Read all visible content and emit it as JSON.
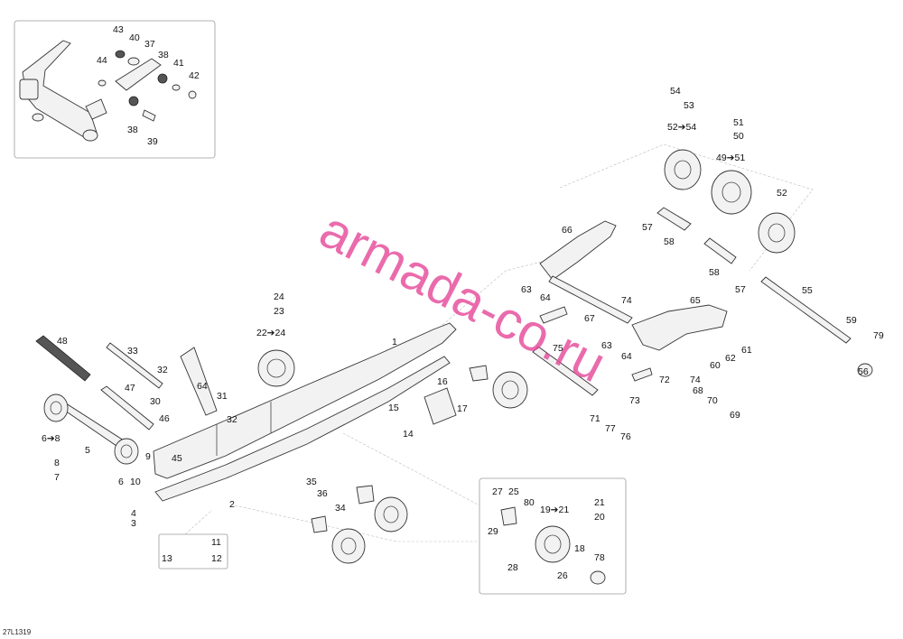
{
  "watermark": "armada-co.ru",
  "figure_code": "27L1319",
  "callouts": {
    "c1": "1",
    "c2": "2",
    "c3": "3",
    "c4": "4",
    "c5": "5",
    "c6": "6",
    "c6to8": "6➔8",
    "c7": "7",
    "c8": "8",
    "c9": "9",
    "c10": "10",
    "c11": "11",
    "c12": "12",
    "c13": "13",
    "c14": "14",
    "c15": "15",
    "c16": "16",
    "c17": "17",
    "c18": "18",
    "c19to21": "19➔21",
    "c20": "20",
    "c21": "21",
    "c22to24": "22➔24",
    "c23": "23",
    "c24": "24",
    "c25": "25",
    "c26": "26",
    "c27": "27",
    "c28": "28",
    "c29": "29",
    "c30": "30",
    "c31": "31",
    "c32a": "32",
    "c32b": "32",
    "c33": "33",
    "c34": "34",
    "c35": "35",
    "c36": "36",
    "c37": "37",
    "c38a": "38",
    "c38b": "38",
    "c39": "39",
    "c40": "40",
    "c41": "41",
    "c42": "42",
    "c43": "43",
    "c44": "44",
    "c45": "45",
    "c46": "46",
    "c47": "47",
    "c48": "48",
    "c49to51": "49➔51",
    "c50": "50",
    "c51": "51",
    "c52": "52",
    "c52to54": "52➔54",
    "c53": "53",
    "c54": "54",
    "c55": "55",
    "c56": "56",
    "c57a": "57",
    "c57b": "57",
    "c58a": "58",
    "c58b": "58",
    "c59": "59",
    "c60": "60",
    "c61": "61",
    "c62": "62",
    "c63a": "63",
    "c63b": "63",
    "c64a": "64",
    "c64b": "64",
    "c64c": "64",
    "c65": "65",
    "c66": "66",
    "c67": "67",
    "c68": "68",
    "c69": "69",
    "c70": "70",
    "c71": "71",
    "c72": "72",
    "c73": "73",
    "c74a": "74",
    "c74b": "74",
    "c75": "75",
    "c76": "76",
    "c77": "77",
    "c78": "78",
    "c79": "79",
    "c80": "80"
  },
  "colors": {
    "watermark": "#e64b9a",
    "line": "#333333",
    "frame": "#9a9a9a"
  }
}
